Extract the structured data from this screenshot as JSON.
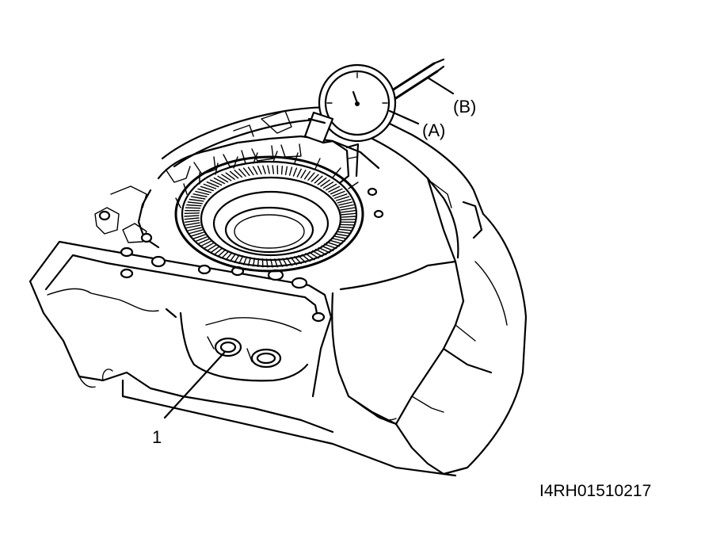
{
  "callouts": {
    "gauge": "(A)",
    "stand": "(B)",
    "part": "1"
  },
  "figure_code": "I4RH01510217",
  "colors": {
    "ink": "#000000",
    "paper": "#ffffff"
  }
}
